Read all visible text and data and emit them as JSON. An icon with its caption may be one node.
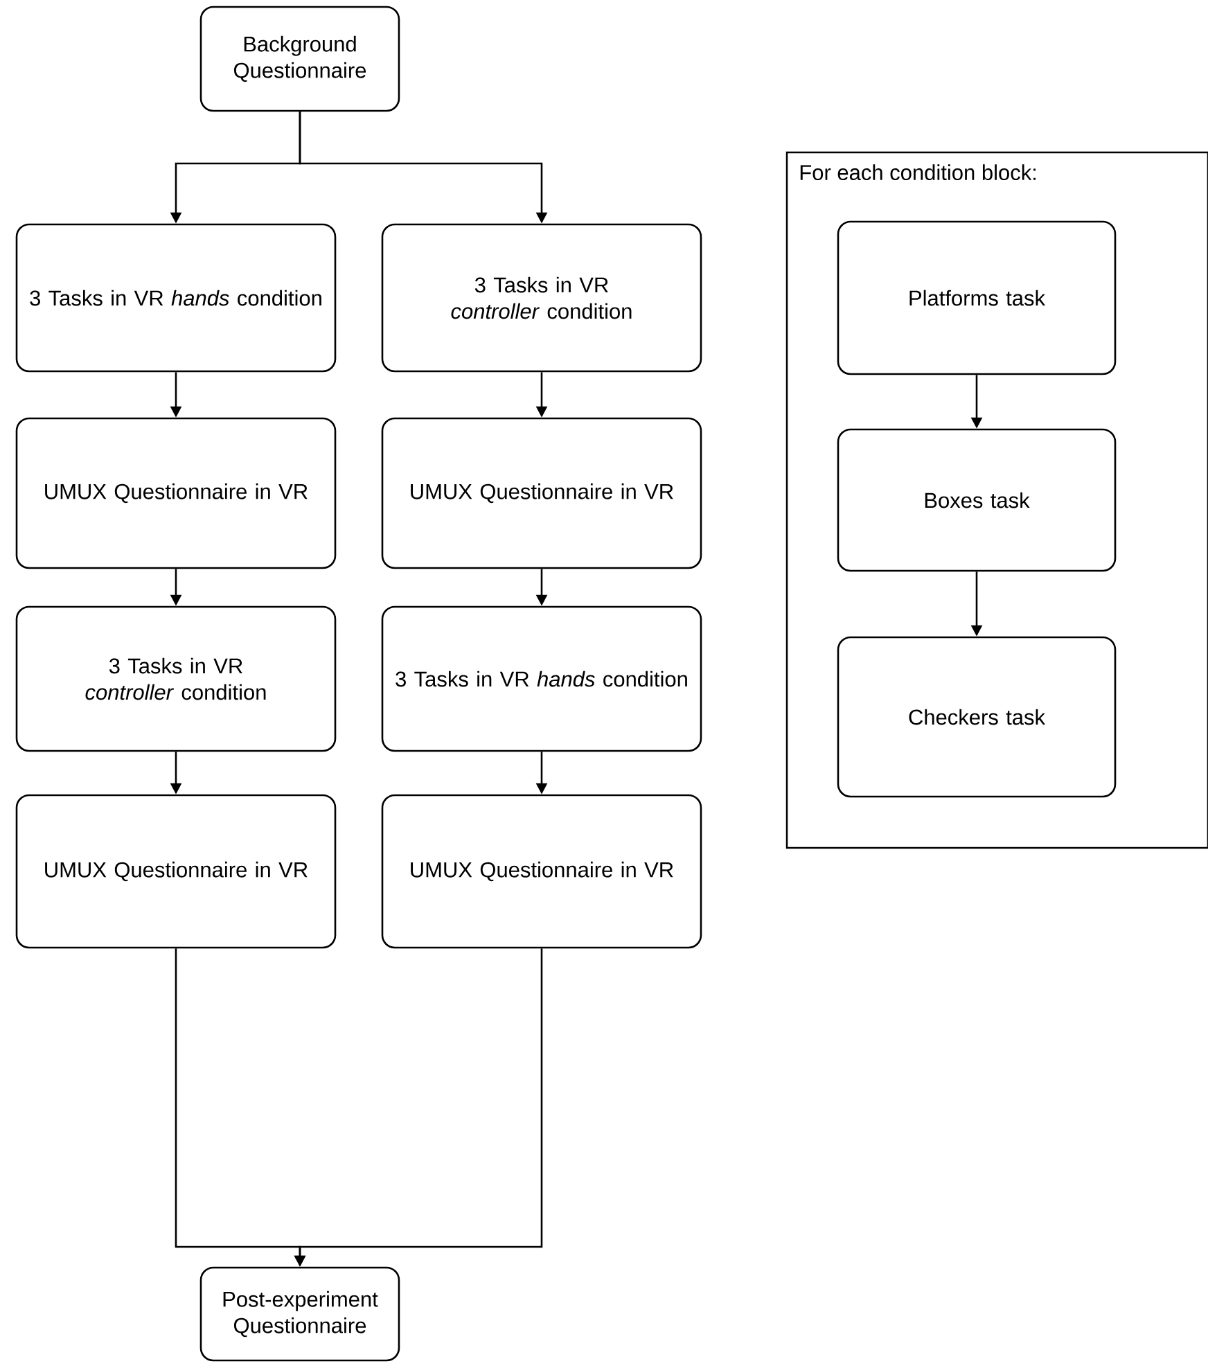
{
  "diagram": {
    "nodes": [
      {
        "text": [
          "Background Questionnaire"
        ]
      },
      {
        "text": [
          "3 Tasks in VR *hands* condition"
        ]
      },
      {
        "text": [
          "3 Tasks in VR *controller* condition"
        ]
      },
      {
        "text": [
          "UMUX Questionnaire in VR"
        ]
      },
      {
        "text": [
          "UMUX Questionnaire in VR"
        ]
      },
      {
        "text": [
          "3 Tasks in VR *controller* condition"
        ]
      },
      {
        "text": [
          "3 Tasks in VR *hands* condition"
        ]
      },
      {
        "text": [
          "UMUX Questionnaire in VR"
        ]
      },
      {
        "text": [
          "UMUX Questionnaire in VR"
        ]
      },
      {
        "text": [
          "Post-experiment Questionnaire"
        ]
      },
      {
        "text": [
          "For each condition block:"
        ]
      },
      {
        "text": [
          "Platforms task"
        ],
        "in": 10
      },
      {
        "text": [
          "Boxes task"
        ],
        "in": 10
      },
      {
        "text": [
          "Checkers task"
        ],
        "in": 10
      }
    ],
    "edges": [
      {
        "from": 0,
        "to": 1,
        "arrow": "to"
      },
      {
        "from": 0,
        "to": 2,
        "arrow": "to"
      },
      {
        "from": 1,
        "to": 3,
        "arrow": "to"
      },
      {
        "from": 2,
        "to": 4,
        "arrow": "to"
      },
      {
        "from": 3,
        "to": 5,
        "arrow": "to"
      },
      {
        "from": 4,
        "to": 6,
        "arrow": "to"
      },
      {
        "from": 5,
        "to": 7,
        "arrow": "to"
      },
      {
        "from": 6,
        "to": 8,
        "arrow": "to"
      },
      {
        "from": 7,
        "to": 9,
        "arrow": "to"
      },
      {
        "from": 8,
        "to": 9,
        "arrow": "to"
      },
      {
        "from": 11,
        "to": 12,
        "arrow": "to"
      },
      {
        "from": 12,
        "to": 13,
        "arrow": "to"
      }
    ]
  }
}
